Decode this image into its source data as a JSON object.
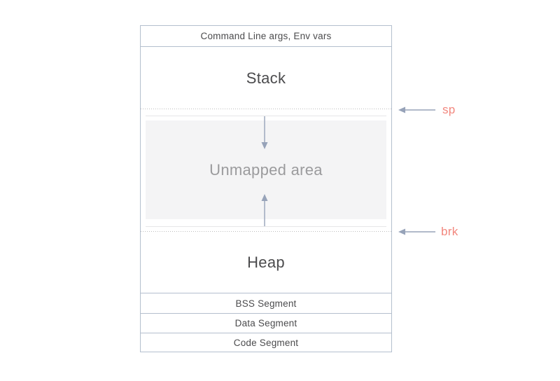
{
  "diagram": {
    "segments": [
      {
        "id": "cmdline",
        "label": "Command Line args, Env vars"
      },
      {
        "id": "stack",
        "label": "Stack"
      },
      {
        "id": "unmapped",
        "label": "Unmapped area"
      },
      {
        "id": "heap",
        "label": "Heap"
      },
      {
        "id": "bss",
        "label": "BSS Segment"
      },
      {
        "id": "data",
        "label": "Data Segment"
      },
      {
        "id": "code",
        "label": "Code Segment"
      }
    ],
    "pointers": [
      {
        "id": "sp",
        "label": "sp",
        "points_to": "top of heap growth boundary line (stack pointer)"
      },
      {
        "id": "brk",
        "label": "brk",
        "points_to": "heap break boundary line"
      }
    ]
  },
  "colors": {
    "border": "#b4bfce",
    "dotted": "#bdbdbd",
    "inner_line": "#e6e6e8",
    "unmapped_fill": "#f4f4f5",
    "arrow": "#97a3b9",
    "pointer_label": "#f2877e",
    "text": "#4b4b4d",
    "muted_text": "#9b9b9d"
  }
}
